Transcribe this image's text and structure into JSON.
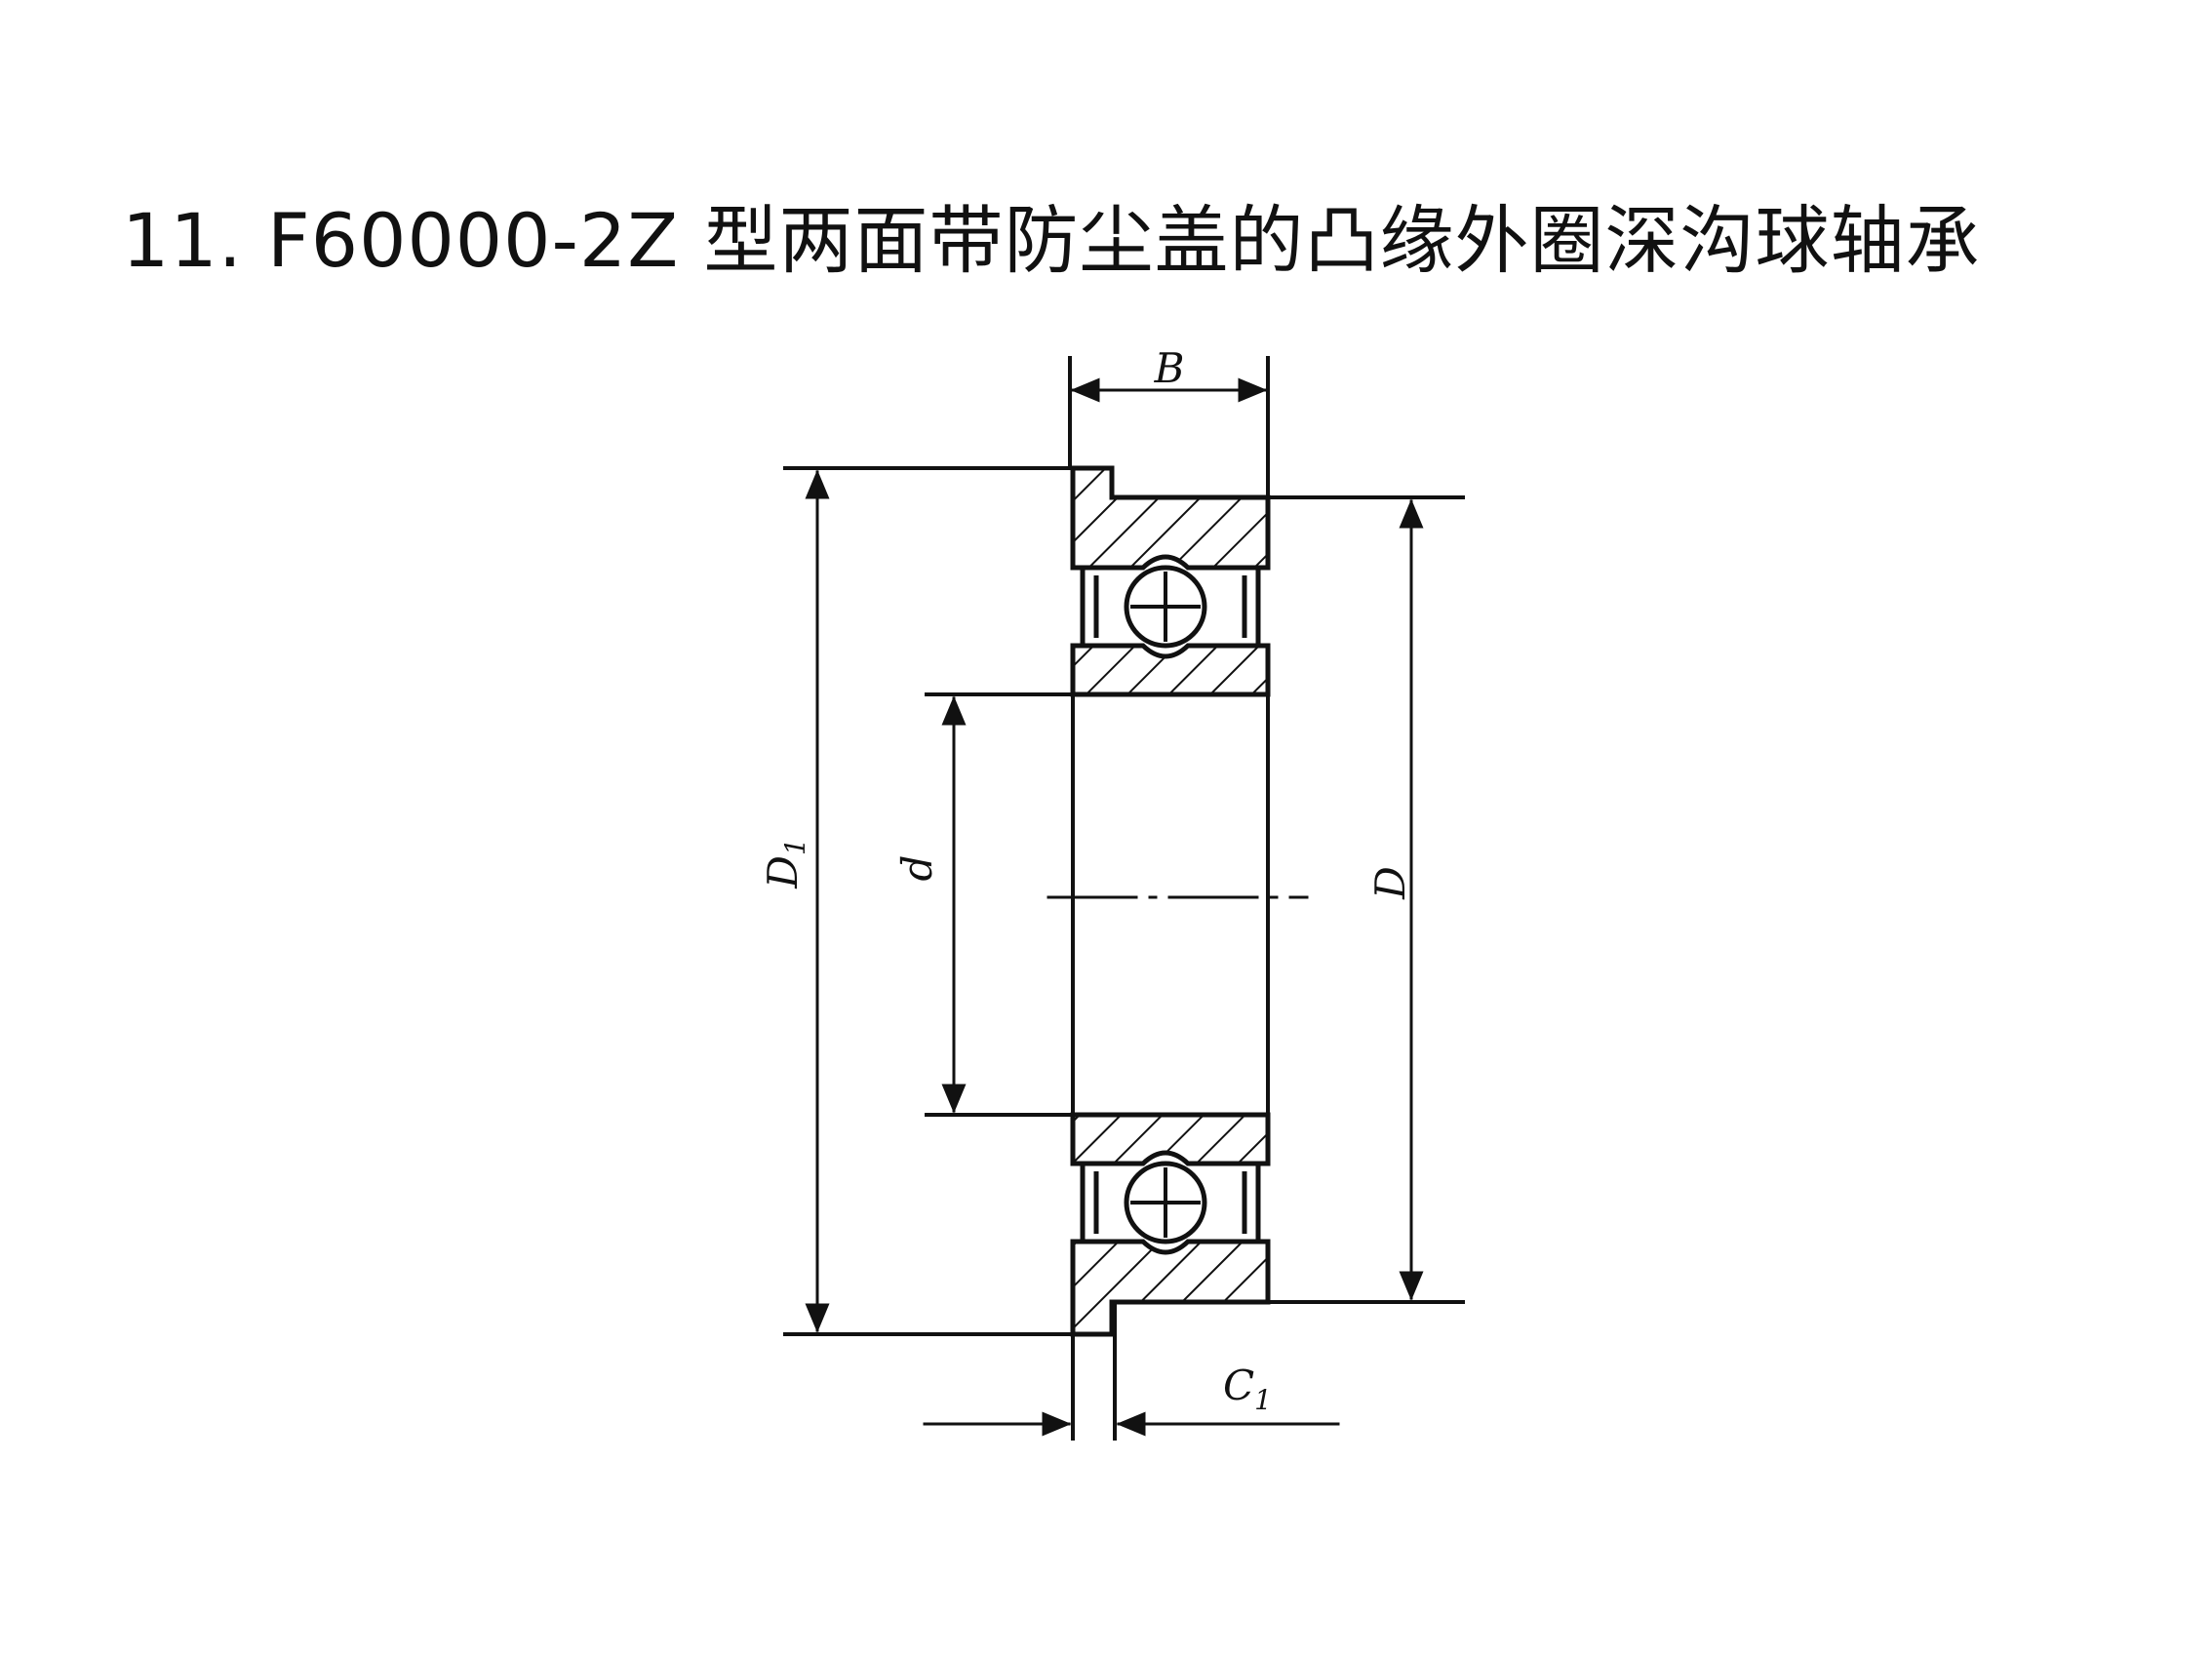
{
  "title": "11. F60000-2Z 型两面带防尘盖的凸缘外圈深沟球轴承",
  "labels": {
    "B": "B",
    "D1": "D",
    "D1_sub": "1",
    "d": "d",
    "D": "D",
    "C1": "C",
    "C1_sub": "1"
  },
  "colors": {
    "line": "#111111",
    "background": "#ffffff"
  }
}
